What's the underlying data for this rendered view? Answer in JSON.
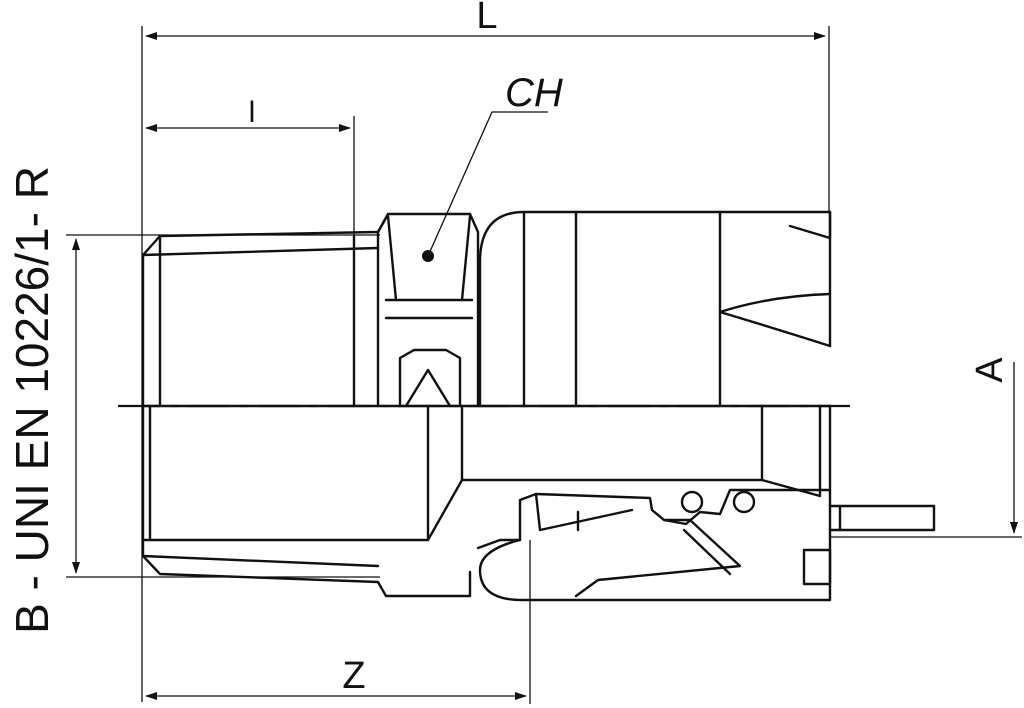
{
  "labels": {
    "L": "L",
    "l": "l",
    "CH": "CH",
    "A": "A",
    "Z": "Z",
    "standard": "B - UNI EN 10226/1- R"
  },
  "colors": {
    "line": "#111111",
    "background": "#ffffff"
  }
}
